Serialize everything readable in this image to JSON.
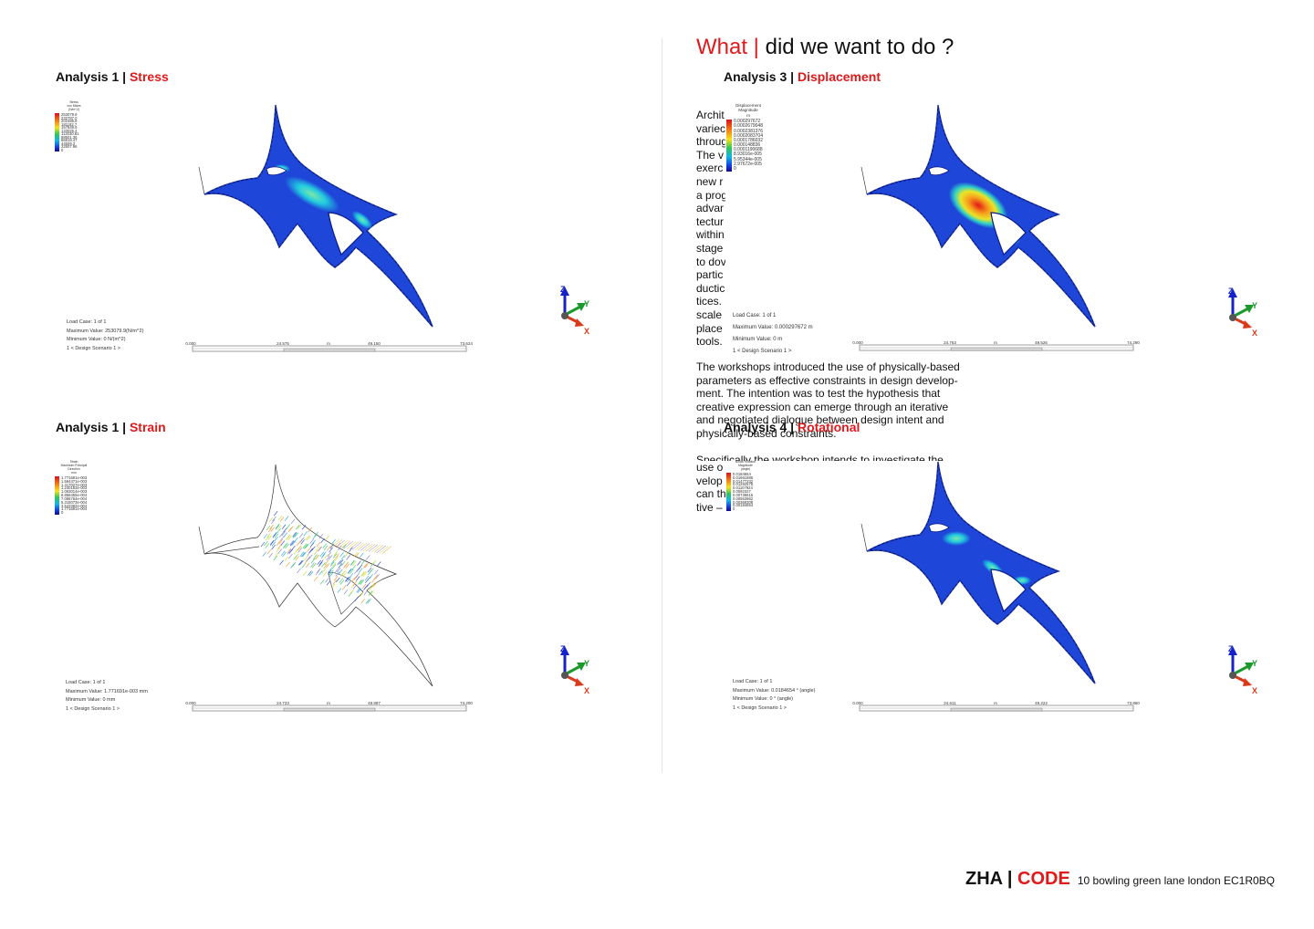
{
  "heading": {
    "what": "What |",
    "rest": " did we want to do ?"
  },
  "intro_lines": [
    "Archit",
    "variec",
    "throug",
    "The v",
    "exerc",
    "new r",
    "a prog",
    "advar",
    "tectur",
    "within",
    "stage",
    "to dov",
    "partic",
    "ductic",
    "tices.",
    "scale",
    "place",
    "tools."
  ],
  "paragraph2": [
    "The workshops introduced the use of physically-based",
    "parameters as effective constraints in design develop-",
    "ment. The intention was to test the hypothesis that",
    "creative expression can emerge through an iterative",
    "and negotiated dialogue between design intent and",
    "physically-based constraints."
  ],
  "paragraph3": [
    "Specifically the workshop intends to investigate the",
    "use o",
    "velop",
    "can th",
    "tive –"
  ],
  "analyses": [
    {
      "prefix": "Analysis 1 |",
      "name": "Stress",
      "legend_title": [
        "Stress",
        "von Mises",
        "(N/m^2)"
      ],
      "legend_values": [
        "253079.9",
        "232787.0",
        "202485.8",
        "181182.7",
        "157849.9",
        "133025.4",
        "112030.81",
        "88501.36",
        "66819.47",
        "44509.3",
        "22507.96",
        "0"
      ],
      "load_case": [
        "Load Case:  1 of 1",
        "Maximum Value: 253079.9(N/m^2)",
        "Minimum Value: 0 N/(m^2)",
        "1 < Design Scenario 1 >"
      ],
      "scale_ticks": [
        "0.000",
        "24.575",
        "m",
        "49.150",
        "73.624"
      ]
    },
    {
      "prefix": "Analysis 1 |",
      "name": "Strain",
      "legend_title": [
        "Strain",
        "Maximum Principal Direction",
        "mm"
      ],
      "legend_values": [
        "1.771691e-003",
        "1.594471e-003",
        "1.417027e-003",
        "1.240183e-003",
        "1.063014e-003",
        "8.858455e-004",
        "7.086764e-004",
        "5.315073e-004",
        "3.543382e-004",
        "1.771691e-004",
        "0"
      ],
      "load_case": [
        "Load Case:  1 of 1",
        "Maximum Value: 1.771691e-003 mm",
        "Minimum Value: 0 mm",
        "1 < Design Scenario 1 >"
      ],
      "scale_ticks": [
        "0.000",
        "24.723",
        "m",
        "49.887",
        "74.200"
      ]
    },
    {
      "prefix": "Analysis 3 |",
      "name": "Displacement",
      "legend_title": [
        "Displacement",
        "Magnitude",
        "m"
      ],
      "legend_values": [
        "0.000297672",
        "0.0002679048",
        "0.0002381376",
        "0.0002083704",
        "0.0001786032",
        "0.000148836",
        "0.0001190688",
        "8.93016e-005",
        "5.95344e-005",
        "2.97672e-005",
        "0"
      ],
      "load_case": [
        "Load Case:  1 of 1",
        "Maximum Value: 0.000297672 m",
        "Minimum Value: 0 m",
        "1 < Design Scenario 1 >"
      ],
      "scale_ticks": [
        "0.000",
        "24.763",
        "m",
        "49.526",
        "74.290"
      ]
    },
    {
      "prefix": "Analysis 4 |",
      "name": "Rotational",
      "legend_title": [
        "Nodal Rotation",
        "Magnitude",
        "(angle)"
      ],
      "legend_values": [
        "0.0184654",
        "0.01661886",
        "0.01477232",
        "0.01292578",
        "0.01107924",
        "0.0092327",
        "0.00738616",
        "0.00553962",
        "0.00369308",
        "0.00184654",
        "0"
      ],
      "load_case": [
        "Load Case:  1 of 1",
        "Maximum Value: 0.0184654 ° (angle)",
        "Minimum Value: 0 ° (angle)",
        "1 < Design Scenario 1 >"
      ],
      "scale_ticks": [
        "0.000",
        "24.611",
        "m",
        "49.222",
        "73.860"
      ]
    }
  ],
  "axes_labels": {
    "z": "Z",
    "y": "Y",
    "x": "X"
  },
  "colors": {
    "accent": "#e0191b",
    "model_blue": "#1432c8",
    "model_dark": "#0a1a8c"
  },
  "footer": {
    "zha": "ZHA |",
    "code": " CODE",
    "address": "10 bowling green lane london EC1R0BQ"
  }
}
